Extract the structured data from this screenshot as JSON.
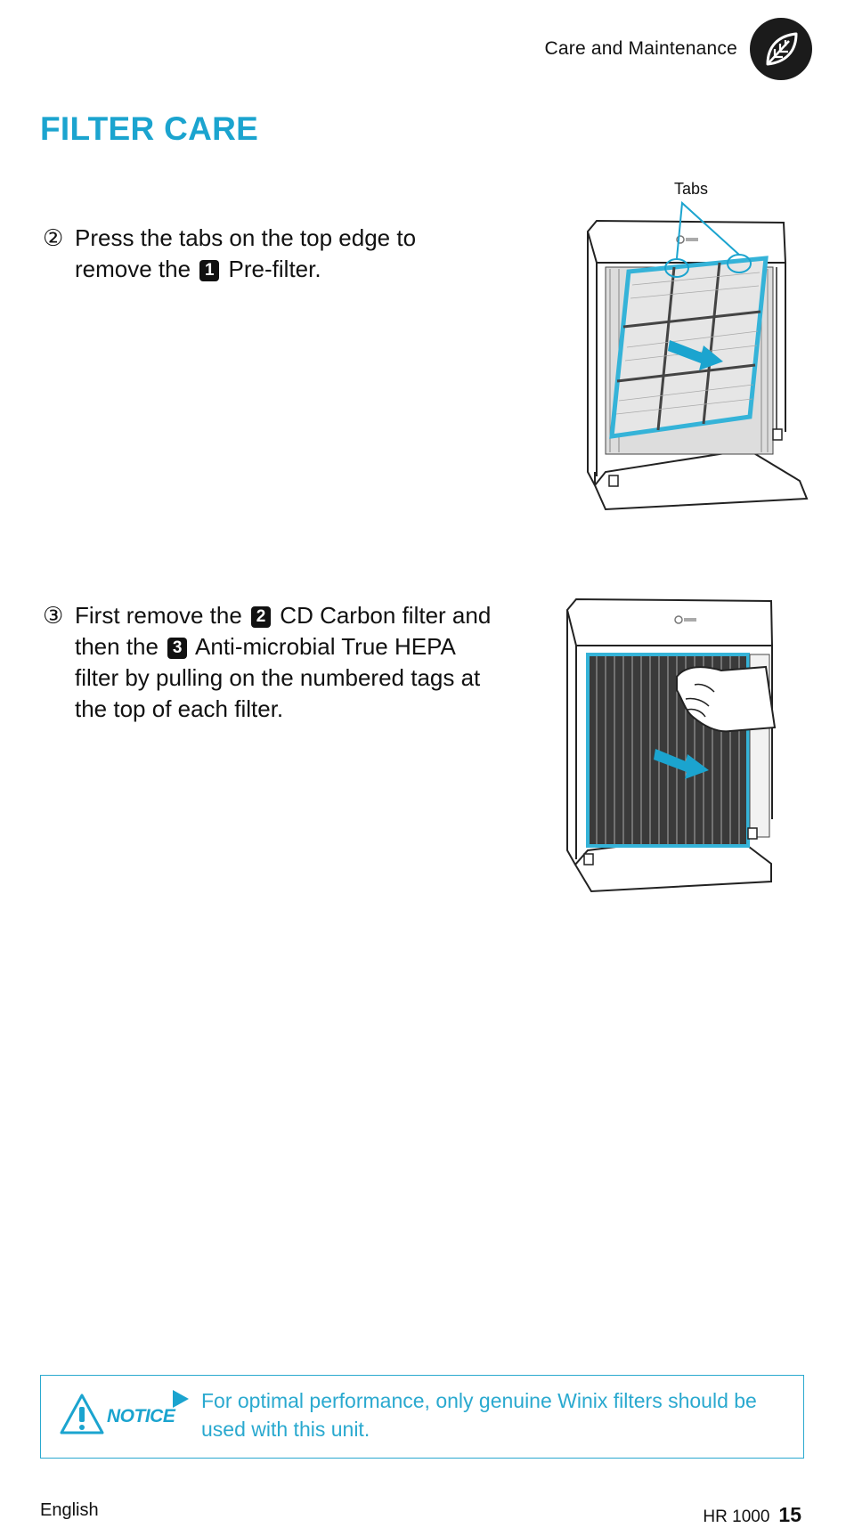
{
  "header": {
    "section_title": "Care and Maintenance",
    "icon": "leaf-icon"
  },
  "page_title": "FILTER CARE",
  "steps": [
    {
      "number": "②",
      "lines": [
        {
          "before": "Press the tabs on the top edge to"
        },
        {
          "before": "remove the",
          "badge": "1",
          "after": "Pre-filter."
        }
      ]
    },
    {
      "number": "③",
      "lines": [
        {
          "before": "First remove the",
          "badge": "2",
          "after": "CD Carbon filter and"
        },
        {
          "before": "then the",
          "badge": "3",
          "after": "Anti-microbial True HEPA"
        },
        {
          "before": "filter by pulling on the numbered tags at"
        },
        {
          "before": "the top of each filter."
        }
      ]
    }
  ],
  "illustration_1": {
    "callout_label": "Tabs"
  },
  "notice": {
    "label": "NOTICE",
    "text": "For optimal performance, only genuine Winix filters should be used with this unit."
  },
  "footer": {
    "language": "English",
    "model": "HR 1000",
    "page_number": "15"
  },
  "colors": {
    "accent": "#1ba4cf",
    "badge_bg": "#111111"
  }
}
